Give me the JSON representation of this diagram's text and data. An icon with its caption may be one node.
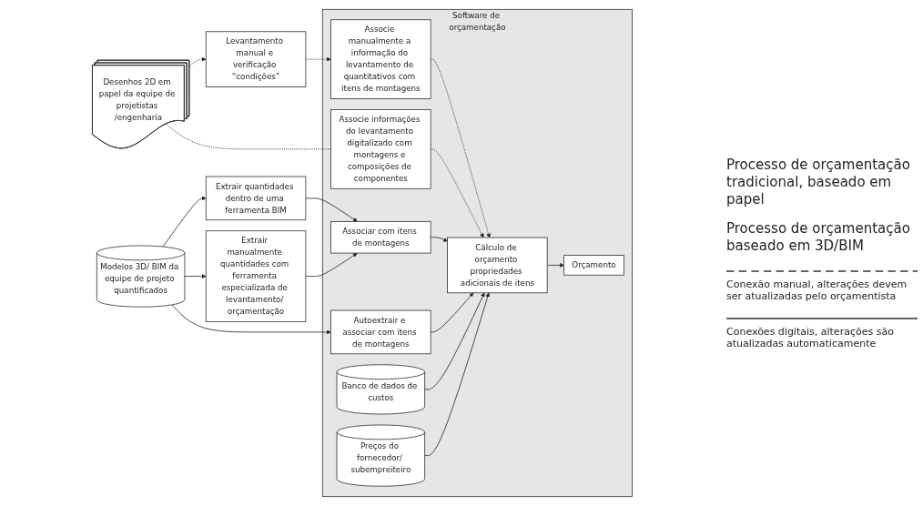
{
  "diagram": {
    "nodes": [
      {
        "text": [
          "Desenhos 2D em papel da equipe de projetistas /engenharia"
        ]
      },
      {
        "text": [
          "Levantamento manual e verificação “condições”"
        ]
      },
      {
        "text": [
          "Software de orçamentação"
        ]
      },
      {
        "text": [
          "Associe manualmente a informação do levantamento de quantitativos com itens de montagens"
        ],
        "in": 2
      },
      {
        "text": [
          "Associe informações do levantamento digitalizado com montagens e composições de componentes"
        ],
        "in": 2
      },
      {
        "text": [
          "Banco de dados de custos"
        ],
        "in": 2
      },
      {
        "text": [
          "Modelos 3D/ BIM da equipe de projeto quantificados"
        ]
      },
      {
        "text": [
          "Extrair quantidades dentro de uma ferramenta BIM"
        ]
      },
      {
        "text": [
          "Extrair manualmente quantidades com ferramenta especializada de levantamento/ orçamentação"
        ]
      },
      {
        "text": [
          "Associar com itens de montagens"
        ],
        "in": 2
      },
      {
        "text": [
          "Cálculo de orçamento propriedades adicionais de itens"
        ],
        "in": 2
      },
      {
        "text": [
          "Autoextrair e associar com itens de montagens"
        ],
        "in": 2
      },
      {
        "text": [
          "Preços do fornecedor/ subempreiteiro"
        ],
        "in": 2
      },
      {
        "text": [
          "Orçamento"
        ],
        "in": 2
      }
    ],
    "edges": [
      {
        "from": 0,
        "to": 1,
        "arrow": "to",
        "style": "dashed"
      },
      {
        "from": 0,
        "to": 4,
        "arrow": "none",
        "style": "dashed"
      },
      {
        "from": 1,
        "to": 3,
        "arrow": "to",
        "style": "dashed"
      },
      {
        "from": 3,
        "to": 10,
        "arrow": "to",
        "style": "dashed"
      },
      {
        "from": 4,
        "to": 10,
        "arrow": "to",
        "style": "dashed"
      },
      {
        "from": 6,
        "to": 7,
        "arrow": "to"
      },
      {
        "from": 6,
        "to": 8,
        "arrow": "to"
      },
      {
        "from": 6,
        "to": 11,
        "arrow": "to"
      },
      {
        "from": 7,
        "to": 9,
        "arrow": "to"
      },
      {
        "from": 8,
        "to": 9,
        "arrow": "to"
      },
      {
        "from": 9,
        "to": 10,
        "arrow": "to"
      },
      {
        "from": 11,
        "to": 10,
        "arrow": "to"
      },
      {
        "from": 5,
        "to": 10,
        "arrow": "to"
      },
      {
        "from": 12,
        "to": 10,
        "arrow": "to"
      },
      {
        "from": 10,
        "to": 13,
        "arrow": "to"
      }
    ],
    "labels": [
      "Processo de orçamentação tradicional, baseado em papel",
      "Processo de orçamentação baseado em 3D/BIM"
    ],
    "legend": [
      {
        "text": "Conexão manual, alterações devem ser atualizadas pelo orçamentista"
      },
      {
        "text": "Conexões digitais, alterações são atualizadas automaticamente"
      }
    ]
  }
}
